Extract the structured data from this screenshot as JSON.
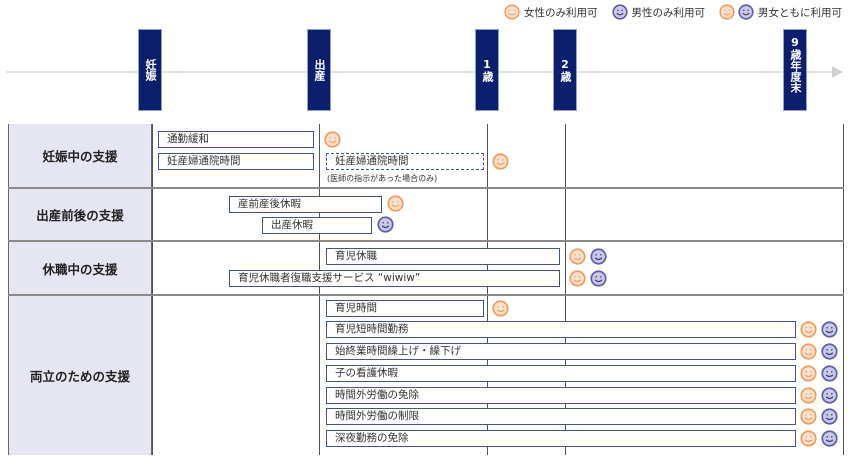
{
  "legend": {
    "items": [
      {
        "icons": [
          "female"
        ],
        "label": "女性のみ利用可"
      },
      {
        "icons": [
          "male"
        ],
        "label": "男性のみ利用可"
      },
      {
        "icons": [
          "female",
          "male"
        ],
        "label": "男女ともに利用可"
      }
    ]
  },
  "colors": {
    "female_icon": "#f39a5b",
    "male_icon": "#7a78b8",
    "marker_bg": "#0b1f6e",
    "bar_border": "#40548f",
    "category_bg": "#e6e6f2"
  },
  "timeline": {
    "markers": [
      {
        "id": "pregnancy",
        "label": "妊娠"
      },
      {
        "id": "birth",
        "label": "出産"
      },
      {
        "id": "age1",
        "num": "1",
        "label": "歳"
      },
      {
        "id": "age2",
        "num": "2",
        "label": "歳"
      },
      {
        "id": "age9",
        "num": "9",
        "label": "歳年度末"
      }
    ]
  },
  "sections": [
    {
      "category": "妊娠中の支援",
      "items": [
        {
          "label": "通勤緩和",
          "availability": "female"
        },
        {
          "label": "妊産婦通院時間",
          "availability": "female"
        },
        {
          "label": "妊産婦通院時間",
          "note": "(医師の指示があった場合のみ)",
          "style": "dashed",
          "availability": "female"
        }
      ]
    },
    {
      "category": "出産前後の支援",
      "items": [
        {
          "label": "産前産後休暇",
          "availability": "female"
        },
        {
          "label": "出産休暇",
          "availability": "male"
        }
      ]
    },
    {
      "category": "休職中の支援",
      "items": [
        {
          "label": "育児休職",
          "availability": "both"
        },
        {
          "label": "育児休職者復職支援サービス “wiwiw”",
          "availability": "both"
        }
      ]
    },
    {
      "category": "両立のための支援",
      "items": [
        {
          "label": "育児時間",
          "availability": "female"
        },
        {
          "label": "育児短時間勤務",
          "availability": "both"
        },
        {
          "label": "始終業時間繰上げ・繰下げ",
          "availability": "both"
        },
        {
          "label": "子の看護休暇",
          "availability": "both"
        },
        {
          "label": "時間外労働の免除",
          "availability": "both"
        },
        {
          "label": "時間外労働の制限",
          "availability": "both"
        },
        {
          "label": "深夜勤務の免除",
          "availability": "both"
        }
      ]
    }
  ]
}
